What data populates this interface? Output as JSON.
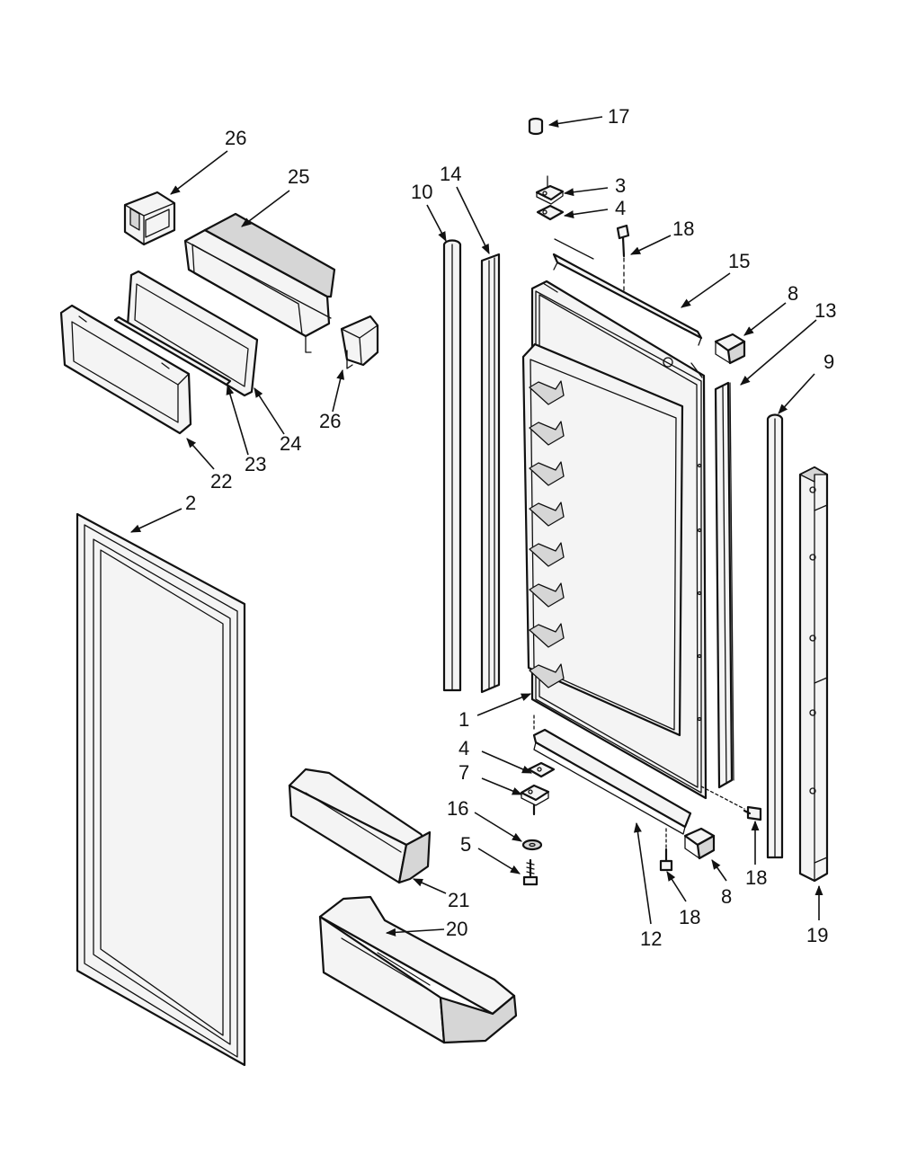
{
  "diagram": {
    "callouts": [
      {
        "id": "c17",
        "label": "17"
      },
      {
        "id": "c26a",
        "label": "26"
      },
      {
        "id": "c25",
        "label": "25"
      },
      {
        "id": "c10",
        "label": "10"
      },
      {
        "id": "c14",
        "label": "14"
      },
      {
        "id": "c3",
        "label": "3"
      },
      {
        "id": "c4a",
        "label": "4"
      },
      {
        "id": "c18a",
        "label": "18"
      },
      {
        "id": "c15",
        "label": "15"
      },
      {
        "id": "c8a",
        "label": "8"
      },
      {
        "id": "c13",
        "label": "13"
      },
      {
        "id": "c9",
        "label": "9"
      },
      {
        "id": "c26b",
        "label": "26"
      },
      {
        "id": "c24",
        "label": "24"
      },
      {
        "id": "c23",
        "label": "23"
      },
      {
        "id": "c22",
        "label": "22"
      },
      {
        "id": "c2",
        "label": "2"
      },
      {
        "id": "c1",
        "label": "1"
      },
      {
        "id": "c4b",
        "label": "4"
      },
      {
        "id": "c7",
        "label": "7"
      },
      {
        "id": "c16",
        "label": "16"
      },
      {
        "id": "c5",
        "label": "5"
      },
      {
        "id": "c21",
        "label": "21"
      },
      {
        "id": "c20",
        "label": "20"
      },
      {
        "id": "c18b",
        "label": "18"
      },
      {
        "id": "c12",
        "label": "12"
      },
      {
        "id": "c8b",
        "label": "8"
      },
      {
        "id": "c18c",
        "label": "18"
      },
      {
        "id": "c19",
        "label": "19"
      }
    ]
  }
}
